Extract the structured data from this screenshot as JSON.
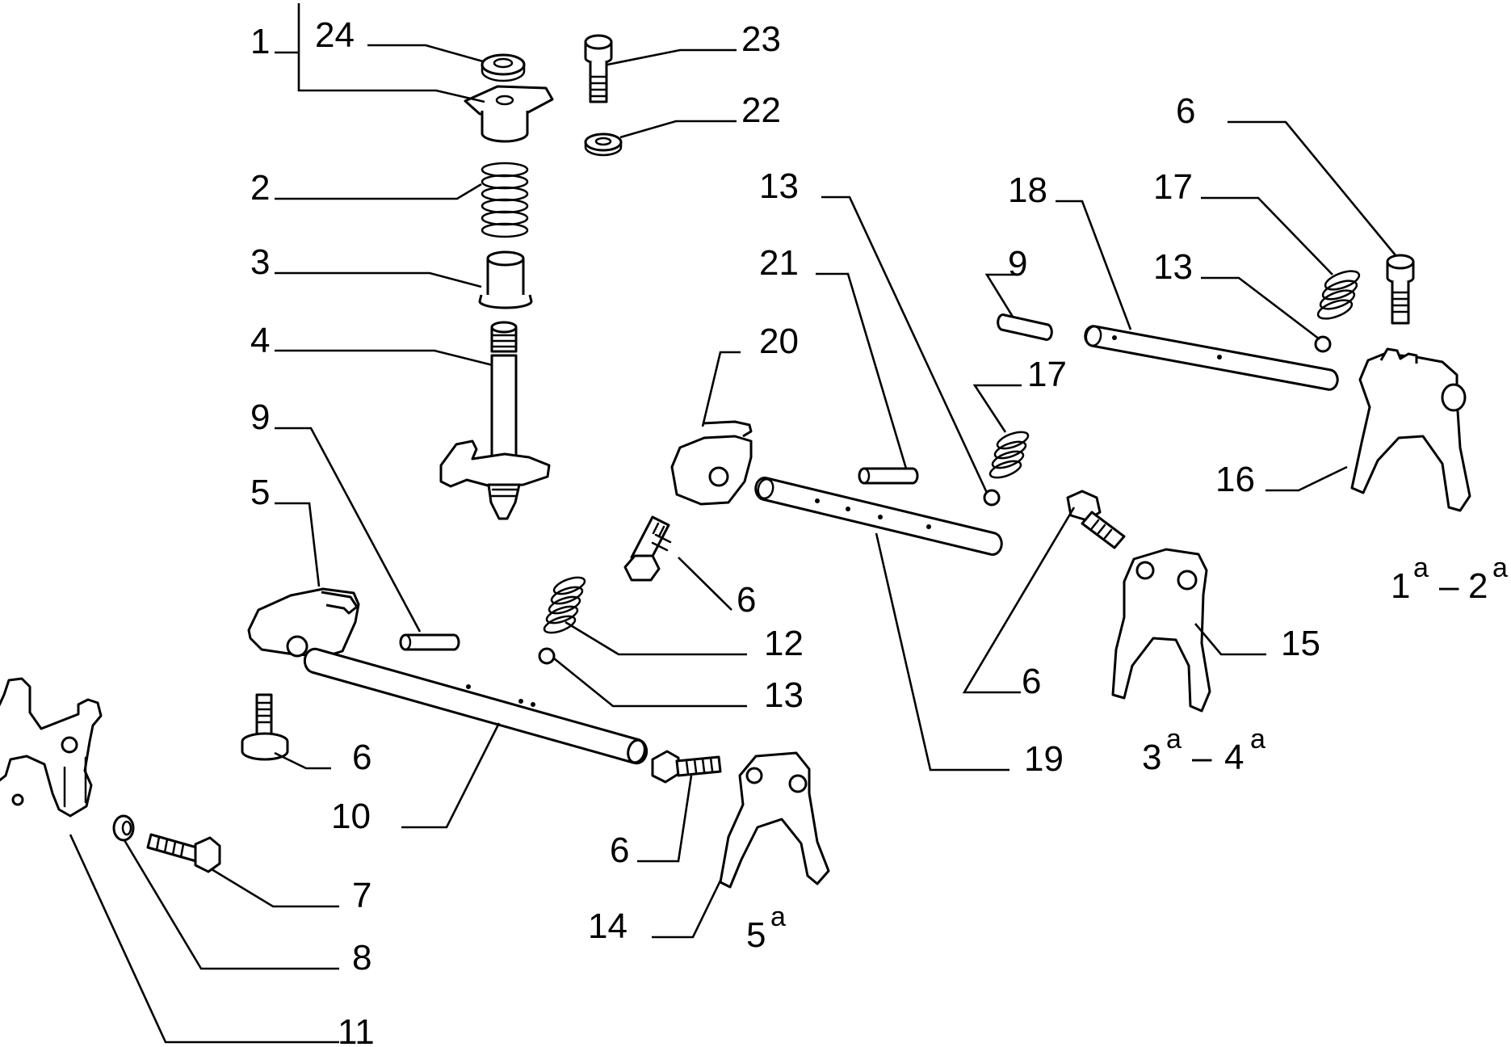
{
  "callouts": {
    "c1": "1",
    "c24": "24",
    "c23": "23",
    "c22": "22",
    "c2": "2",
    "c3": "3",
    "c4": "4",
    "c9a": "9",
    "c5": "5",
    "c6a": "6",
    "c10": "10",
    "c11": "11",
    "c7": "7",
    "c8": "8",
    "c12": "12",
    "c13a": "13",
    "c6b": "6",
    "c14": "14",
    "c20": "20",
    "c6c": "6",
    "c21": "21",
    "c13b": "13",
    "c17a": "17",
    "c19": "19",
    "c18": "18",
    "c9b": "9",
    "c13c": "13",
    "c17b": "17",
    "c6d": "6",
    "c16": "16",
    "c15": "15",
    "c6e": "6"
  },
  "gears": {
    "g5_num": "5",
    "g5_sup": "a",
    "g34_num1": "3",
    "g34_sup1": "a",
    "g34_dash": "–",
    "g34_num2": "4",
    "g34_sup2": "a",
    "g12_num1": "1",
    "g12_sup1": "a",
    "g12_dash": "–",
    "g12_num2": "2",
    "g12_sup2": "a"
  }
}
